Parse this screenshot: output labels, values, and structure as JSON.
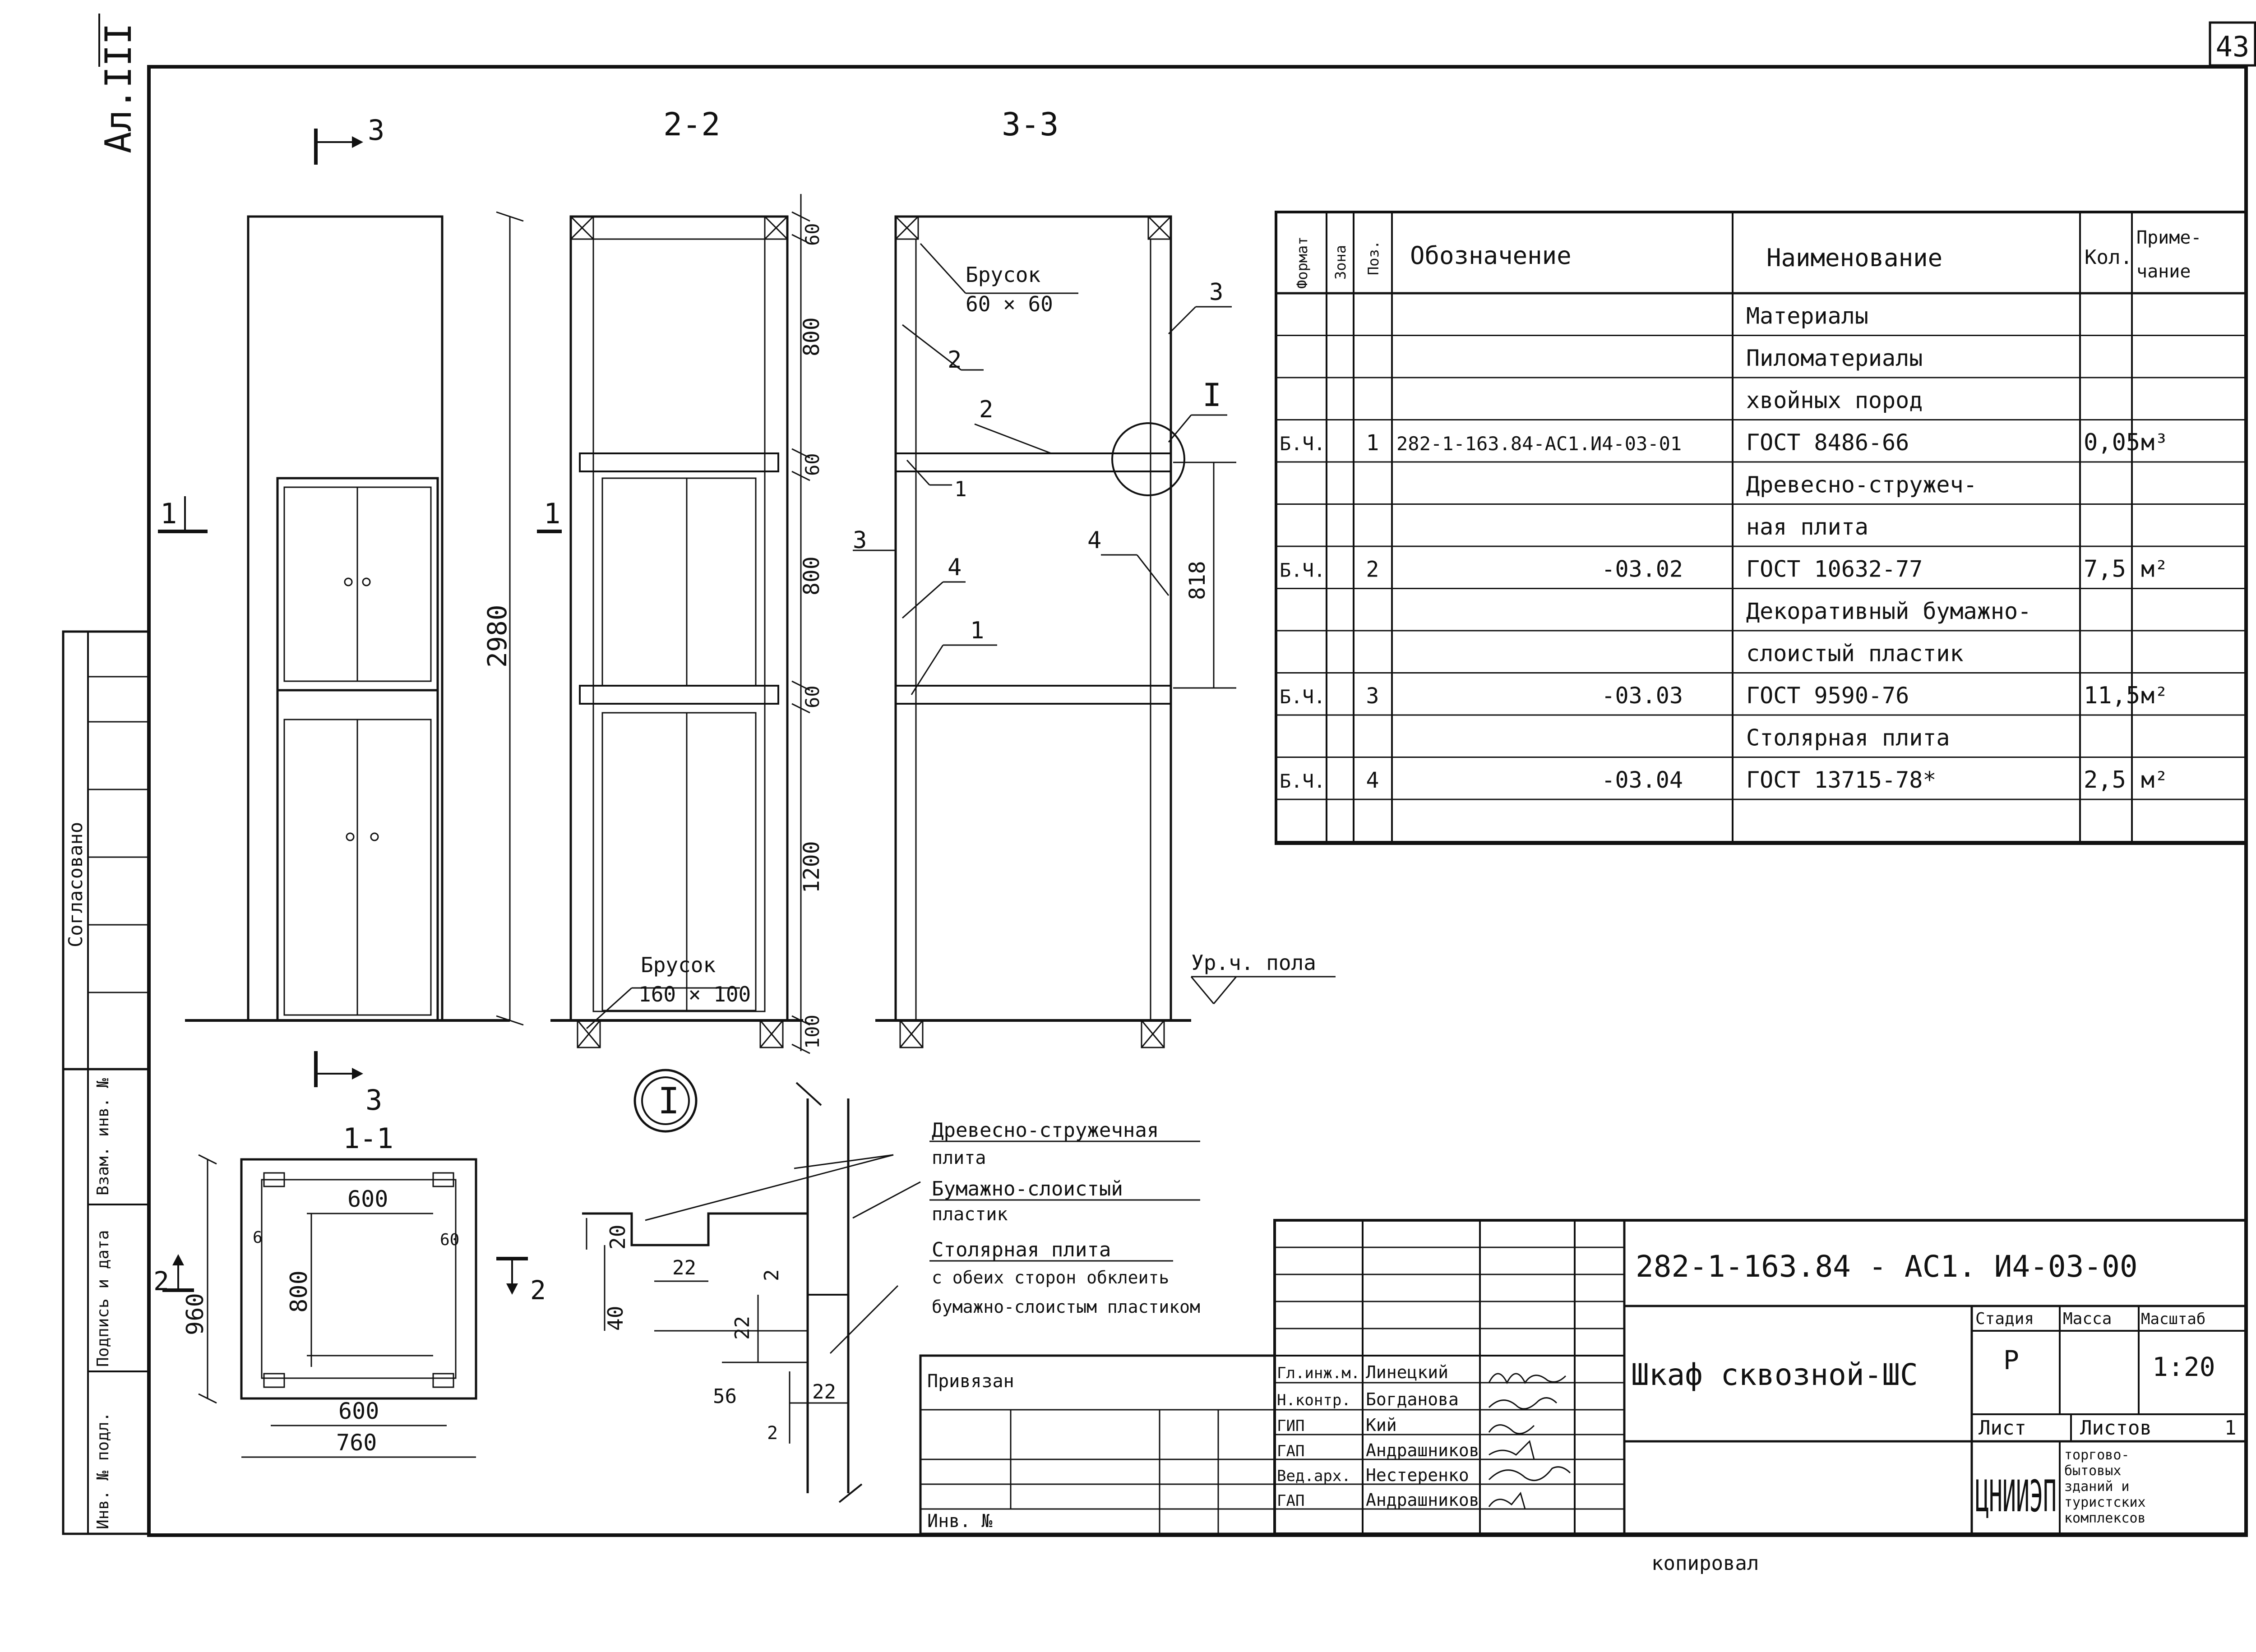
{
  "sheet": {
    "number": "43",
    "album": "Ал.III",
    "copy_mark": "копировал"
  },
  "views": {
    "elevation_section_mark": "3",
    "section_22": "2-2",
    "section_33": "3-3",
    "mark_1": "1",
    "section_11": "1-1",
    "section_2": "2",
    "detail_mark": "I"
  },
  "dimensions": {
    "total_height": "2980",
    "d60a": "60",
    "d800a": "800",
    "d60b": "60",
    "d800b": "800",
    "d60c": "60",
    "d1200": "1200",
    "d100": "100",
    "d818": "818",
    "plan_600_top": "600",
    "plan_800": "800",
    "plan_60": "60",
    "plan_6": "6",
    "plan_960": "960",
    "plan_600_bottom": "600",
    "plan_760": "760",
    "det_20": "20",
    "det_22a": "22",
    "det_2a": "2",
    "det_40": "40",
    "det_22b": "22",
    "det_56": "56",
    "det_22c": "22",
    "det_2b": "2"
  },
  "labels": {
    "brusok_60": "Брусок",
    "brusok_60_size": "60 × 60",
    "brusok_160": "Брусок",
    "brusok_160_size": "160 × 100",
    "floor_level": "Ур.ч. пола",
    "pos1": "1",
    "pos2": "2",
    "pos3": "3",
    "pos4": "4",
    "detail_I": "I"
  },
  "detail_notes": {
    "n1a": "Древесно-стружечная",
    "n1b": "плита",
    "n2a": "Бумажно-слоистый",
    "n2b": "пластик",
    "n3a": "Столярная плита",
    "n4a": "с обеих сторон обклеить",
    "n4b": "бумажно-слоистым пластиком"
  },
  "spec": {
    "headers": {
      "format": "Формат",
      "zone": "Зона",
      "pos": "Поз.",
      "designation": "Обозначение",
      "name": "Наименование",
      "qty": "Кол.",
      "note_a": "Приме-",
      "note_b": "чание"
    },
    "rows": [
      {
        "format": "",
        "pos": "",
        "designation": "",
        "name": "Материалы",
        "qty": "",
        "note": ""
      },
      {
        "format": "",
        "pos": "",
        "designation": "",
        "name": "Пиломатериалы",
        "qty": "",
        "note": ""
      },
      {
        "format": "",
        "pos": "",
        "designation": "",
        "name": "хвойных пород",
        "qty": "",
        "note": ""
      },
      {
        "format": "Б.Ч.",
        "pos": "1",
        "designation": "282-1-163.84-АС1.И4-03-01",
        "name": "ГОСТ 8486-66",
        "qty": "0,05",
        "note": "м³"
      },
      {
        "format": "",
        "pos": "",
        "designation": "",
        "name": "Древесно-стружеч-",
        "qty": "",
        "note": ""
      },
      {
        "format": "",
        "pos": "",
        "designation": "",
        "name": "ная плита",
        "qty": "",
        "note": ""
      },
      {
        "format": "Б.Ч.",
        "pos": "2",
        "designation": "-03.02",
        "name": "ГОСТ 10632-77",
        "qty": "7,5",
        "note": "м²"
      },
      {
        "format": "",
        "pos": "",
        "designation": "",
        "name": "Декоративный бумажно-",
        "qty": "",
        "note": ""
      },
      {
        "format": "",
        "pos": "",
        "designation": "",
        "name": "слоистый пластик",
        "qty": "",
        "note": ""
      },
      {
        "format": "Б.Ч.",
        "pos": "3",
        "designation": "-03.03",
        "name": "ГОСТ 9590-76",
        "qty": "11,5",
        "note": "м²"
      },
      {
        "format": "",
        "pos": "",
        "designation": "",
        "name": "Столярная плита",
        "qty": "",
        "note": ""
      },
      {
        "format": "Б.Ч.",
        "pos": "4",
        "designation": "-03.04",
        "name": "ГОСТ 13715-78*",
        "qty": "2,5",
        "note": "м²"
      },
      {
        "format": "",
        "pos": "",
        "designation": "",
        "name": "",
        "qty": "",
        "note": ""
      }
    ]
  },
  "side_stamp": {
    "agreed": "Согласовано",
    "inv_podl": "Инв. № подл.",
    "sign_date": "Подпись и дата",
    "vzam_inv": "Взам. инв. №"
  },
  "title_block": {
    "code": "282-1-163.84 - АС1. И4-03-00",
    "title": "Шкаф сквозной-ШС",
    "stage_h": "Стадия",
    "mass_h": "Масса",
    "scale_h": "Масштаб",
    "stage": "Р",
    "mass": "",
    "scale": "1:20",
    "sheet_h": "Лист",
    "sheets_h": "Листов",
    "sheets": "1",
    "org": "ЦНИИЭП",
    "org_desc": [
      "торгово-",
      "бытовых",
      "зданий и",
      "туристских",
      "комплексов"
    ],
    "bound": "Привязан",
    "inv_no": "Инв. №",
    "people": [
      {
        "role": "Гл.инж.м.",
        "name": "Линецкий"
      },
      {
        "role": "Н.контр.",
        "name": "Богданова"
      },
      {
        "role": "ГИП",
        "name": "Кий"
      },
      {
        "role": "ГАП",
        "name": "Андрашников"
      },
      {
        "role": "Вед.арх.",
        "name": "Нестеренко"
      },
      {
        "role": "ГАП",
        "name": "Андрашников"
      }
    ]
  }
}
